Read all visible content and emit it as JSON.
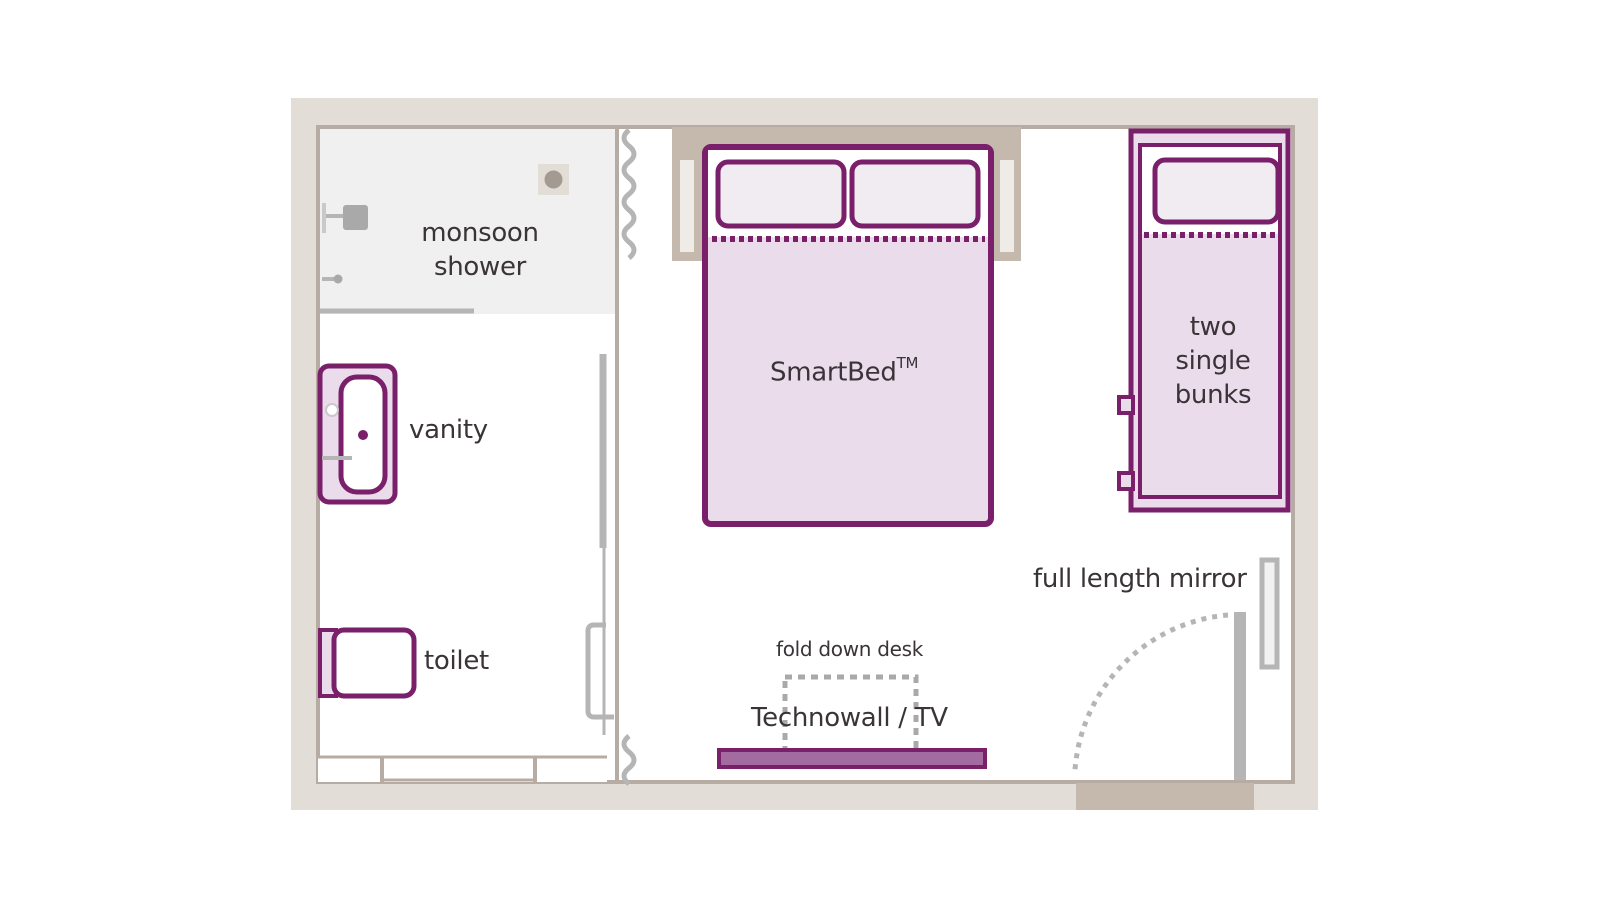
{
  "colors": {
    "background": "#ffffff",
    "outer_wall": "#e3ddd7",
    "inner_wall": "#b7aca3",
    "door_gap": "#c5b9ad",
    "plum": "#7a1f6a",
    "lilac_fill": "#eadcea",
    "pillow_fill": "#f1ecf1",
    "shower_floor": "#f0f0f0",
    "grey_fixture": "#b5b5b5",
    "text": "#3a3438"
  },
  "labels": {
    "shower_line1": "monsoon",
    "shower_line2": "shower",
    "vanity": "vanity",
    "toilet": "toilet",
    "bed": "SmartBed",
    "bed_mark": "TM",
    "bunks_line1": "two",
    "bunks_line2": "single",
    "bunks_line3": "bunks",
    "mirror": "full length mirror",
    "desk": "fold down desk",
    "tv": "Technowall / TV"
  },
  "icons": {
    "shower_head": "shower-head-icon",
    "drain": "drain-icon",
    "basin": "basin-icon",
    "wc": "toilet-icon"
  }
}
